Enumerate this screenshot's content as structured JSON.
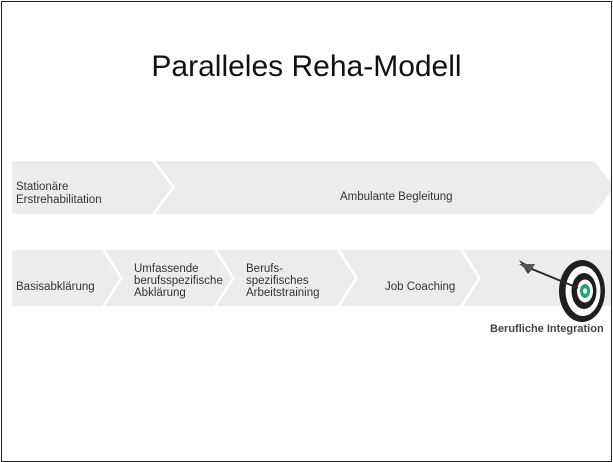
{
  "title": "Paralleles Reha-Modell",
  "top_row": {
    "first": [
      "Stationäre",
      "Erstrehabilitation"
    ],
    "second": "Ambulante Begleitung"
  },
  "bottom_row": {
    "step1": "Basisabklärung",
    "step2": [
      "Umfassende",
      "berufsspezifische",
      "Abklärung"
    ],
    "step3": [
      "Berufs-",
      "spezifisches",
      "Arbeitstraining"
    ],
    "step4": "Job Coaching"
  },
  "goal_label": "Berufliche Integration",
  "colors": {
    "band": "#ededed",
    "text": "#333333"
  },
  "icons": [
    "dart-target-icon"
  ]
}
